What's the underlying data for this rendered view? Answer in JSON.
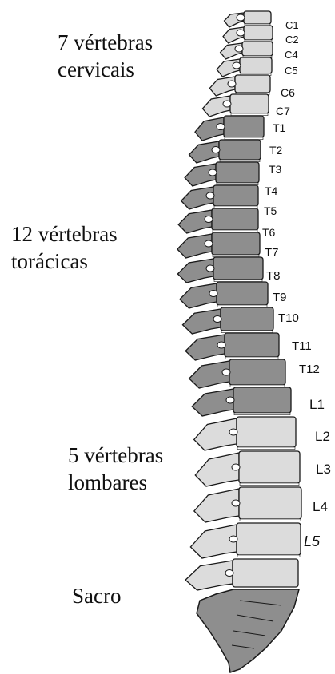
{
  "regions": [
    {
      "key": "cervical",
      "line1": "7 vértebras",
      "line2": "cervicais"
    },
    {
      "key": "thoracic",
      "line1": "12 vértebras",
      "line2": "torácicas"
    },
    {
      "key": "lumbar",
      "line1": "5 vértebras",
      "line2": "lombares"
    },
    {
      "key": "sacrum",
      "line1": "Sacro",
      "line2": ""
    }
  ],
  "vertebrae": {
    "cervical": [
      "C1",
      "C2",
      "C4",
      "C5",
      "C6",
      "C7"
    ],
    "thoracic": [
      "T1",
      "T2",
      "T3",
      "T4",
      "T5",
      "T6",
      "T7",
      "T8",
      "T9",
      "T10",
      "T11",
      "T12"
    ],
    "lumbar": [
      "L1",
      "L2",
      "L3",
      "L4",
      "L5"
    ]
  },
  "colors": {
    "cervical_fill": "#d9d9d9",
    "thoracic_fill": "#8e8e8e",
    "lumbar_fill": "#dcdcdc",
    "sacrum_fill": "#8e8e8e",
    "outline": "#1a1a1a",
    "disc": "#ffffff"
  }
}
